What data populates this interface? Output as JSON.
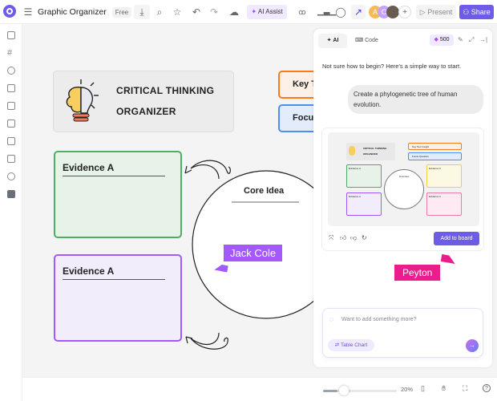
{
  "topbar": {
    "title": "Graphic Organizer",
    "plan_badge": "Free",
    "ai_assist": "AI Assist",
    "avatars": [
      "A",
      "C"
    ],
    "present": "Present",
    "share": "Share"
  },
  "canvas": {
    "title_card": {
      "line1": "CRITICAL THINKING",
      "line2": "ORGANIZER"
    },
    "key_text": "Key T",
    "focus_text": "Focu",
    "evidence_green": "Evidence A",
    "evidence_purple": "Evidence A",
    "core_idea": "Core Idea",
    "cursors": [
      {
        "name": "Jack Cole",
        "color": "#a259ff"
      },
      {
        "name": "Peyton",
        "color": "#e91e8c"
      }
    ]
  },
  "panel": {
    "tabs": [
      {
        "label": "AI"
      },
      {
        "label": "Code"
      }
    ],
    "credits": "500",
    "intro": "Not sure how to begin? Here's a simple way to start.",
    "user_message": "Create a phylogenetic tree of human evolution.",
    "preview": {
      "title1": "CRITICAL THINKING",
      "title2": "ORGANIZER",
      "key": "Key Text Insight",
      "focus": "Focus Question",
      "ev_a1": "Evidence A",
      "ev_a2": "Evidence A",
      "ev_c1": "Evidence C",
      "ev_c2": "Evidence C",
      "core": "Overview"
    },
    "add_to_board": "Add to board",
    "input_placeholder": "Want to add something more?",
    "chip": "Table Chart"
  },
  "bottombar": {
    "zoom": "20%",
    "zoom_fraction": 0.2
  },
  "colors": {
    "accent": "#6c5ce7",
    "green": "#4caf64",
    "purple": "#a259ff",
    "orange": "#f57c20",
    "blue": "#4d8ff0"
  }
}
